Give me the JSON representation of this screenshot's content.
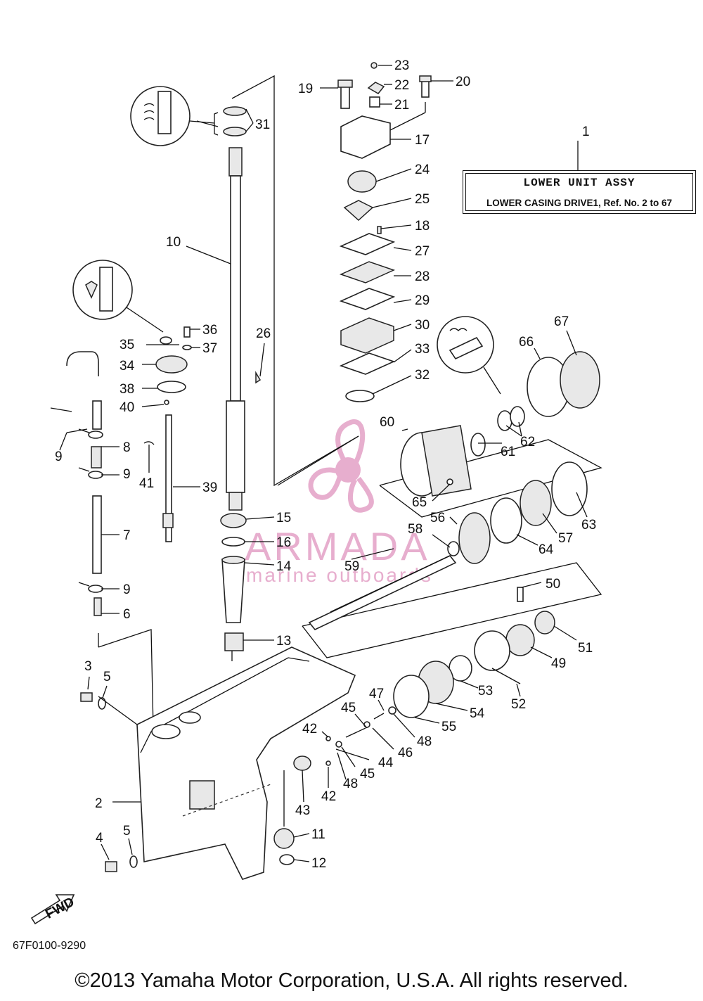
{
  "title_box": {
    "main": "LOWER UNIT ASSY",
    "sub": "LOWER CASING DRIVE1, Ref. No. 2 to 67"
  },
  "fwd_label": "FWD",
  "doc_code": "67F0100-9290",
  "copyright": "©2013 Yamaha Motor Corporation, U.S.A. All rights reserved.",
  "watermark": {
    "brand": "ARMADA",
    "tagline": "marine outboards",
    "color": "#e3a1c6"
  },
  "labels": [
    {
      "id": "l1",
      "text": "1"
    },
    {
      "id": "l2",
      "text": "2"
    },
    {
      "id": "l3",
      "text": "3"
    },
    {
      "id": "l4",
      "text": "4"
    },
    {
      "id": "l5a",
      "text": "5"
    },
    {
      "id": "l5b",
      "text": "5"
    },
    {
      "id": "l6",
      "text": "6"
    },
    {
      "id": "l7",
      "text": "7"
    },
    {
      "id": "l8",
      "text": "8"
    },
    {
      "id": "l9a",
      "text": "9"
    },
    {
      "id": "l9b",
      "text": "9"
    },
    {
      "id": "l9c",
      "text": "9"
    },
    {
      "id": "l10",
      "text": "10"
    },
    {
      "id": "l11",
      "text": "11"
    },
    {
      "id": "l12",
      "text": "12"
    },
    {
      "id": "l13",
      "text": "13"
    },
    {
      "id": "l14",
      "text": "14"
    },
    {
      "id": "l15",
      "text": "15"
    },
    {
      "id": "l16",
      "text": "16"
    },
    {
      "id": "l17",
      "text": "17"
    },
    {
      "id": "l18",
      "text": "18"
    },
    {
      "id": "l19",
      "text": "19"
    },
    {
      "id": "l20",
      "text": "20"
    },
    {
      "id": "l21",
      "text": "21"
    },
    {
      "id": "l22",
      "text": "22"
    },
    {
      "id": "l23",
      "text": "23"
    },
    {
      "id": "l24",
      "text": "24"
    },
    {
      "id": "l25",
      "text": "25"
    },
    {
      "id": "l26",
      "text": "26"
    },
    {
      "id": "l27",
      "text": "27"
    },
    {
      "id": "l28",
      "text": "28"
    },
    {
      "id": "l29",
      "text": "29"
    },
    {
      "id": "l30",
      "text": "30"
    },
    {
      "id": "l31",
      "text": "31"
    },
    {
      "id": "l32",
      "text": "32"
    },
    {
      "id": "l33",
      "text": "33"
    },
    {
      "id": "l34",
      "text": "34"
    },
    {
      "id": "l35",
      "text": "35"
    },
    {
      "id": "l36",
      "text": "36"
    },
    {
      "id": "l37",
      "text": "37"
    },
    {
      "id": "l38",
      "text": "38"
    },
    {
      "id": "l39",
      "text": "39"
    },
    {
      "id": "l40",
      "text": "40"
    },
    {
      "id": "l41",
      "text": "41"
    },
    {
      "id": "l42a",
      "text": "42"
    },
    {
      "id": "l42b",
      "text": "42"
    },
    {
      "id": "l43",
      "text": "43"
    },
    {
      "id": "l44",
      "text": "44"
    },
    {
      "id": "l45a",
      "text": "45"
    },
    {
      "id": "l45b",
      "text": "45"
    },
    {
      "id": "l46",
      "text": "46"
    },
    {
      "id": "l47",
      "text": "47"
    },
    {
      "id": "l48a",
      "text": "48"
    },
    {
      "id": "l48b",
      "text": "48"
    },
    {
      "id": "l49",
      "text": "49"
    },
    {
      "id": "l50",
      "text": "50"
    },
    {
      "id": "l51",
      "text": "51"
    },
    {
      "id": "l52",
      "text": "52"
    },
    {
      "id": "l53",
      "text": "53"
    },
    {
      "id": "l54",
      "text": "54"
    },
    {
      "id": "l55",
      "text": "55"
    },
    {
      "id": "l56",
      "text": "56"
    },
    {
      "id": "l57",
      "text": "57"
    },
    {
      "id": "l58",
      "text": "58"
    },
    {
      "id": "l59",
      "text": "59"
    },
    {
      "id": "l60",
      "text": "60"
    },
    {
      "id": "l61",
      "text": "61"
    },
    {
      "id": "l62",
      "text": "62"
    },
    {
      "id": "l63",
      "text": "63"
    },
    {
      "id": "l64",
      "text": "64"
    },
    {
      "id": "l65",
      "text": "65"
    },
    {
      "id": "l66",
      "text": "66"
    },
    {
      "id": "l67",
      "text": "67"
    }
  ]
}
